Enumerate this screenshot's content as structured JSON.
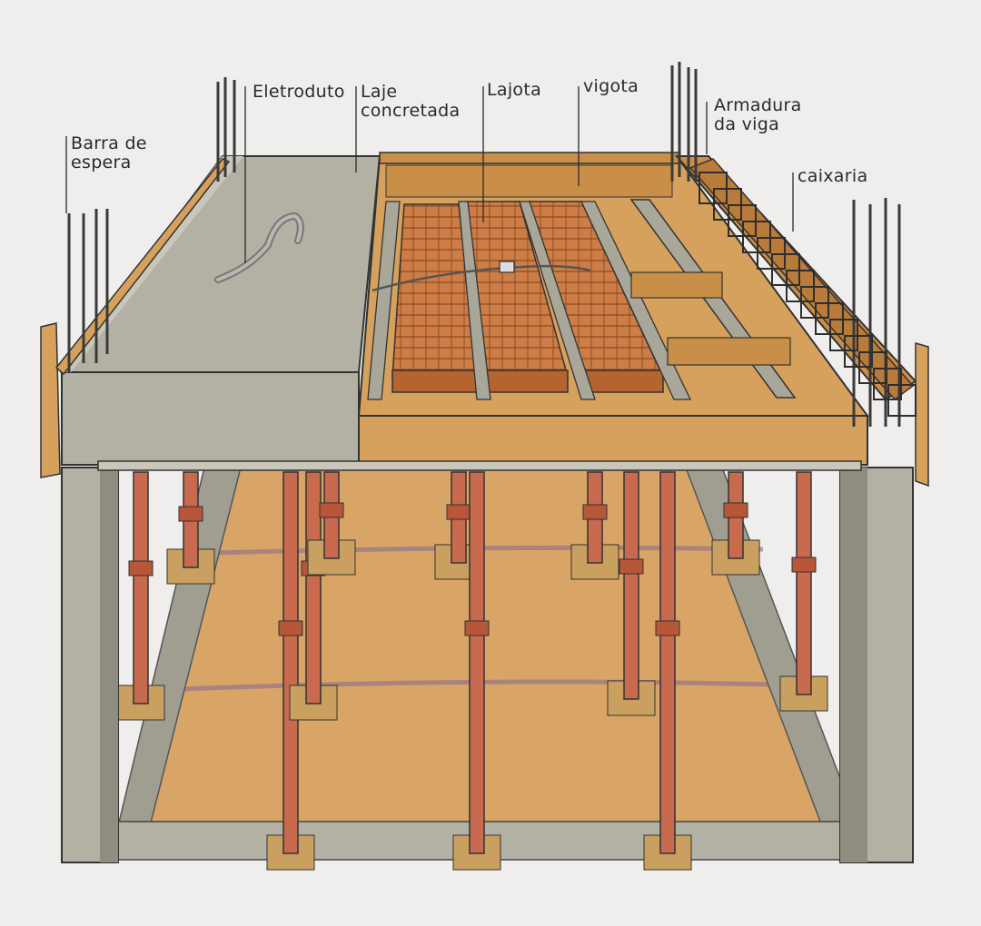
{
  "labels": {
    "barra_de_espera": [
      "Barra de",
      "espera"
    ],
    "eletroduto": "Eletroduto",
    "laje_concretada": [
      "Laje",
      "concretada"
    ],
    "lajota": "Lajota",
    "vigota": "vigota",
    "armadura_da_viga": [
      "Armadura",
      "da viga"
    ],
    "caixaria": "caixaria"
  },
  "colors": {
    "paper": "#efeeec",
    "concrete": "#b3b1a3",
    "concrete_dark": "#8f8d80",
    "timber": "#d6a15c",
    "brick": "#cd7d45",
    "prop": "#c76a4e",
    "floor": "#d9a566",
    "ink": "#2a2a2a"
  }
}
